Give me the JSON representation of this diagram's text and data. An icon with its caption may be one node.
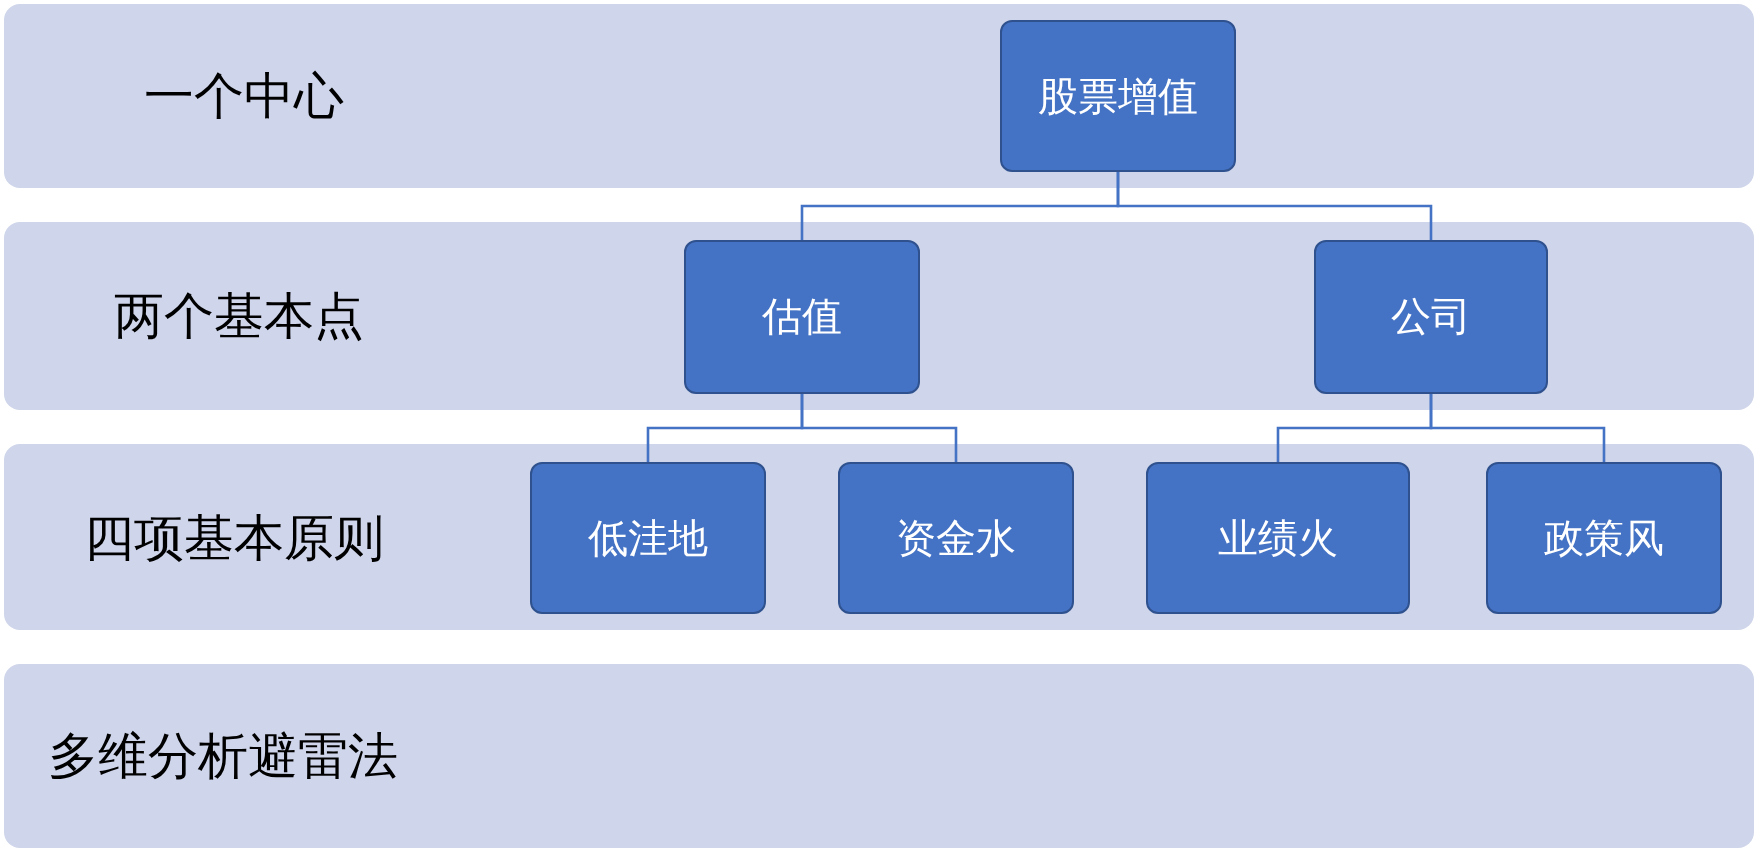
{
  "diagram": {
    "nodes": [
      {
        "text": [
          "一个中心"
        ]
      },
      {
        "text": [
          "股票增值"
        ],
        "in": 0
      },
      {
        "text": [
          "两个基本点"
        ]
      },
      {
        "text": [
          "估值"
        ],
        "in": 2
      },
      {
        "text": [
          "公司"
        ],
        "in": 2
      },
      {
        "text": [
          "四项基本原则"
        ]
      },
      {
        "text": [
          "低洼地"
        ],
        "in": 5
      },
      {
        "text": [
          "资金水"
        ],
        "in": 5
      },
      {
        "text": [
          "业绩火"
        ],
        "in": 5
      },
      {
        "text": [
          "政策风"
        ],
        "in": 5
      },
      {
        "text": [
          "多维分析避雷法"
        ]
      }
    ],
    "edges": [
      {
        "from": 1,
        "to": 3,
        "arrow": "none"
      },
      {
        "from": 1,
        "to": 4,
        "arrow": "none"
      },
      {
        "from": 3,
        "to": 6,
        "arrow": "none"
      },
      {
        "from": 3,
        "to": 7,
        "arrow": "none"
      },
      {
        "from": 4,
        "to": 8,
        "arrow": "none"
      },
      {
        "from": 4,
        "to": 9,
        "arrow": "none"
      }
    ]
  }
}
